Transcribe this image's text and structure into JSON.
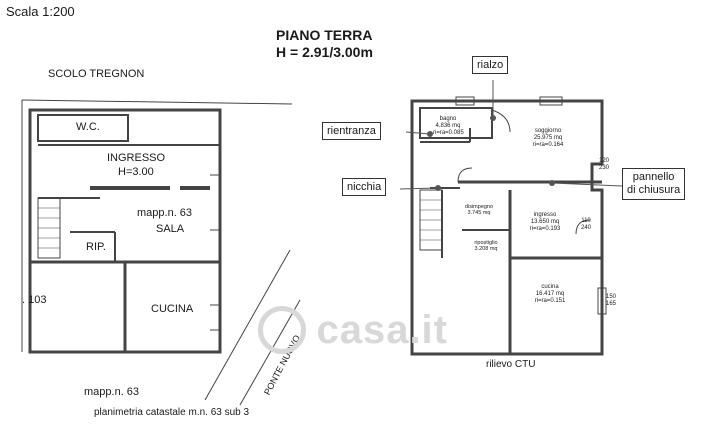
{
  "scale": "Scala 1:200",
  "title": {
    "line1": "PIANO TERRA",
    "line2": "H = 2.91/3.00m"
  },
  "left_plan": {
    "top_label": "SCOLO TREGNON",
    "wc": "W.C.",
    "ingresso": "INGRESSO",
    "height": "H=3.00",
    "mapp_63_inner": "mapp.n. 63",
    "sala": "SALA",
    "rip": "RIP.",
    "cucina": "CUCINA",
    "parcel_103": ". 103",
    "mapp_63_bottom": "mapp.n. 63",
    "caption": "planimetria catastale m.n. 63 sub 3",
    "road": "PONTE NUOVO"
  },
  "right_plan": {
    "bagno": {
      "name": "bagno",
      "area": "4.836 mq",
      "ratio": "ri=ra=0.085"
    },
    "soggiorno": {
      "name": "soggiorno",
      "area": "25.975 mq",
      "ratio": "ri=ra=0.164"
    },
    "ingresso": {
      "name": "ingresso",
      "area": "13.650 mq",
      "ratio": "ri=ra=0.193"
    },
    "cucina": {
      "name": "cucina",
      "area": "16.417 mq",
      "ratio": "ri=ra=0.151"
    },
    "disimpegno": {
      "name": "disimpegno",
      "area": "3.745 mq"
    },
    "ripostiglio": {
      "name": "ripostiglio",
      "area": "3.208 mq"
    },
    "dim_120": {
      "a": "120",
      "b": "230"
    },
    "dim_110": {
      "a": "110",
      "b": "240"
    },
    "dim_150": {
      "a": "150",
      "b": "165"
    },
    "caption": "rilievo CTU"
  },
  "callouts": {
    "rialzo": "rialzo",
    "rientranza": "rientranza",
    "nicchia": "nicchia",
    "pannello_1": "pannello",
    "pannello_2": "di chiusura"
  },
  "watermark": "casa.it"
}
